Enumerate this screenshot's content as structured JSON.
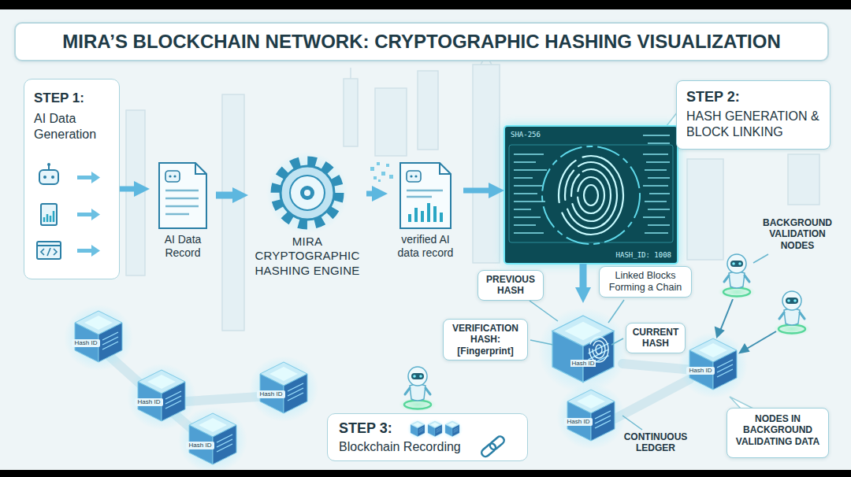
{
  "diagram": {
    "title": "MIRA’S BLOCKCHAIN NETWORK: CRYPTOGRAPHIC HASHING VISUALIZATION",
    "nodes": [
      {
        "text": [
          "STEP 1:",
          "AI Data Generation"
        ]
      },
      {
        "text": [
          "AI Data Record"
        ]
      },
      {
        "text": [
          "MIRA CRYPTOGRAPHIC HASHING ENGINE"
        ]
      },
      {
        "text": [
          "verified AI data record"
        ]
      },
      {
        "text": [
          "SHA-256",
          "HASH_ID: 1008"
        ]
      },
      {
        "text": [
          "STEP 2:",
          "HASH GENERATION & BLOCK LINKING"
        ]
      },
      {
        "text": [
          "PREVIOUS HASH"
        ]
      },
      {
        "text": [
          "Linked Blocks Forming a Chain"
        ]
      },
      {
        "text": [
          "VERIFICATION HASH: [Fingerprint]"
        ]
      },
      {
        "text": [
          "CURRENT HASH"
        ]
      },
      {
        "text": [
          "Hash ID"
        ]
      },
      {
        "text": [
          "STEP 3:",
          "Blockchain Recording"
        ]
      },
      {
        "text": [
          "NODES IN BACKGROUND VALIDATING DATA"
        ]
      }
    ],
    "edges": [
      {
        "from": 0,
        "to": 1,
        "arrow": "to"
      },
      {
        "from": 1,
        "to": 2,
        "arrow": "to"
      },
      {
        "from": 2,
        "to": 3,
        "arrow": "to"
      },
      {
        "from": 3,
        "to": 4,
        "arrow": "to"
      },
      {
        "from": 4,
        "to": 10,
        "arrow": "to"
      }
    ],
    "labels": [
      "BACKGROUND VALIDATION NODES",
      "CONTINUOUS LEDGER",
      "Hash ID",
      "Hash ID",
      "Hash ID",
      "Hash ID",
      "Hash ID",
      "Hash ID"
    ]
  }
}
